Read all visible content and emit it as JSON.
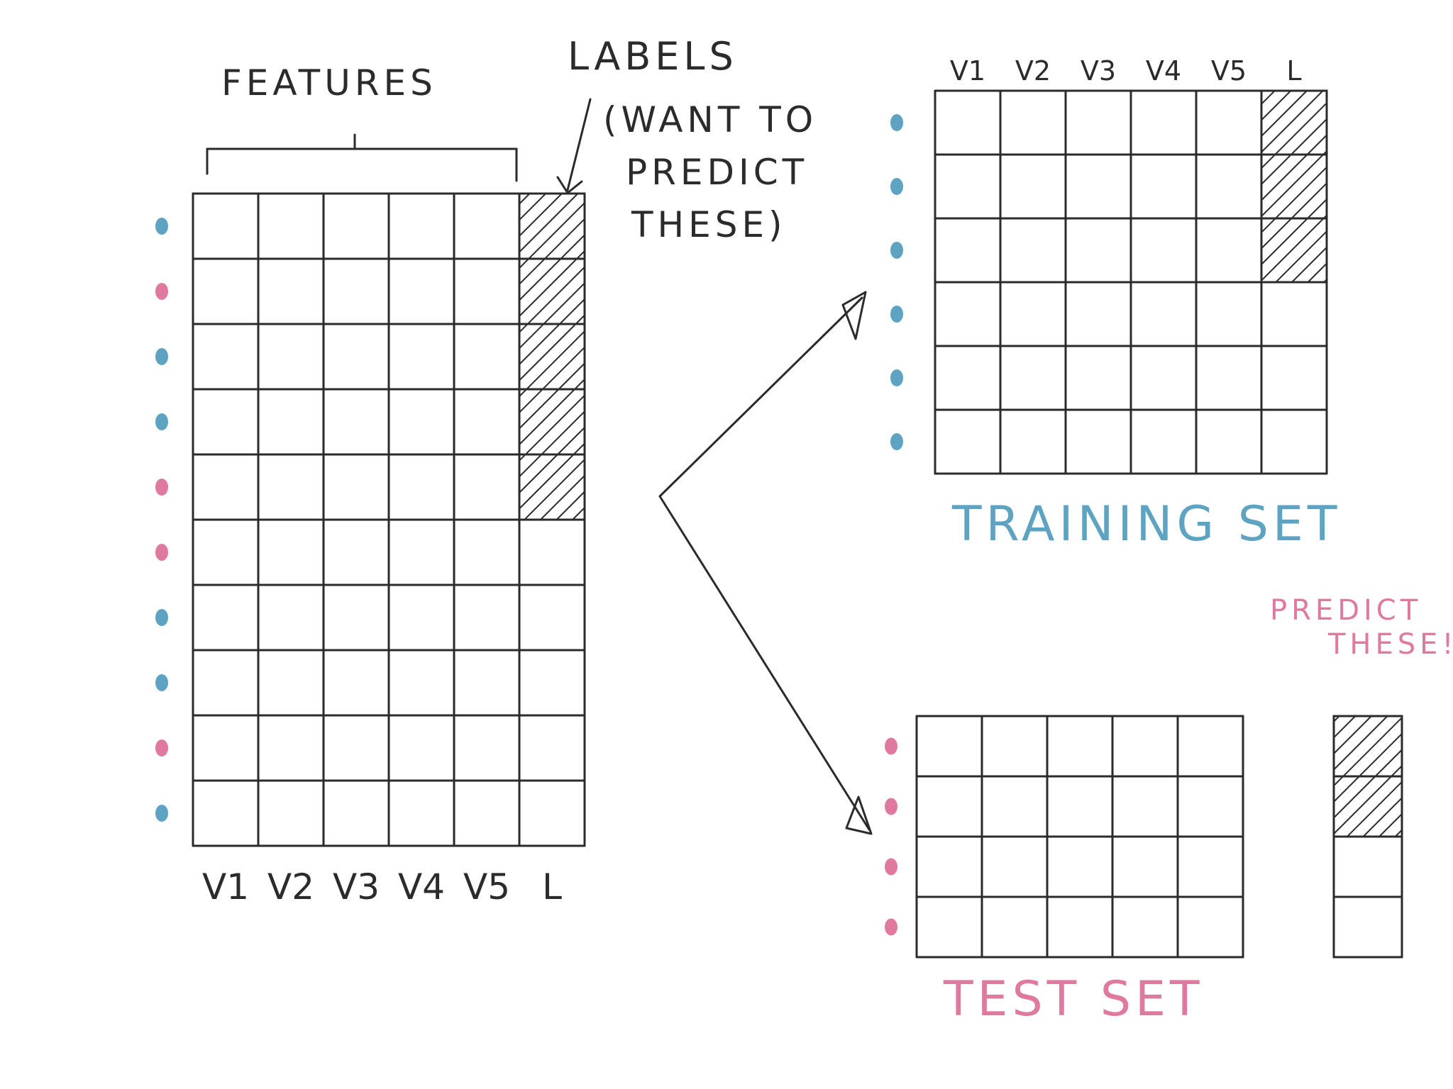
{
  "colors": {
    "ink": "#2b2b2b",
    "training_blue": "#5ea3c2",
    "test_pink": "#e0799f"
  },
  "annotations": {
    "features": "FEATURES",
    "labels_line1": "LABELS",
    "labels_line2": "(WANT TO",
    "labels_line3": "PREDICT",
    "labels_line4": "THESE)",
    "predict_line1": "PREDICT",
    "predict_line2": "THESE!"
  },
  "full_table": {
    "columns": [
      "V1",
      "V2",
      "V3",
      "V4",
      "V5",
      "L"
    ],
    "row_colors": [
      "blue",
      "pink",
      "blue",
      "blue",
      "pink",
      "pink",
      "blue",
      "blue",
      "pink",
      "blue"
    ],
    "shaded_label_rows": 5
  },
  "training_set": {
    "title": "TRAINING SET",
    "columns": [
      "V1",
      "V2",
      "V3",
      "V4",
      "V5",
      "L"
    ],
    "row_colors": [
      "blue",
      "blue",
      "blue",
      "blue",
      "blue",
      "blue"
    ],
    "shaded_label_rows": 3
  },
  "test_set": {
    "title": "TEST SET",
    "feature_columns": 5,
    "row_colors": [
      "pink",
      "pink",
      "pink",
      "pink"
    ],
    "predicted_rows": 4,
    "shaded_predicted_rows": 2
  },
  "icons": {
    "split_arrow": "split-arrow-icon",
    "labels_arrow": "down-arrow-icon",
    "row_marker": "dot-icon"
  }
}
